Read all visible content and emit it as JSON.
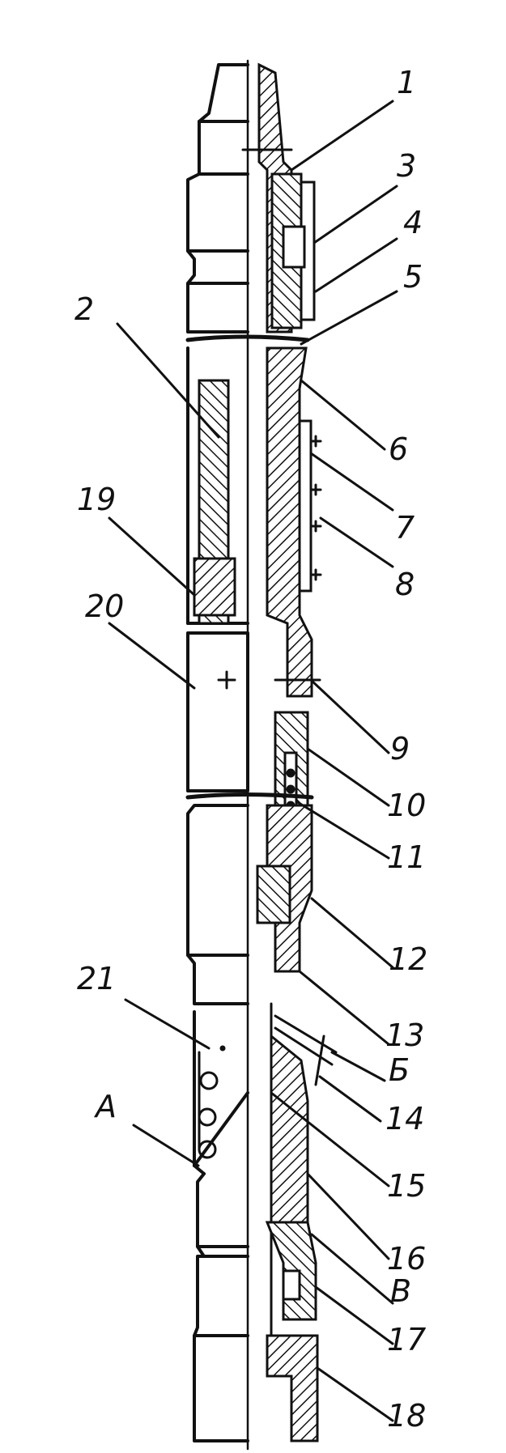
{
  "labels": {
    "n1": "1",
    "n2": "2",
    "n3": "3",
    "n4": "4",
    "n5": "5",
    "n6": "6",
    "n7": "7",
    "n8": "8",
    "n9": "9",
    "n10": "10",
    "n11": "11",
    "n12": "12",
    "n13": "13",
    "n14": "14",
    "n15": "15",
    "n16": "16",
    "n17": "17",
    "n18": "18",
    "n19": "19",
    "n20": "20",
    "n21": "21",
    "A": "А",
    "B": "Б",
    "V": "В"
  },
  "colors": {
    "ink": "#111111",
    "paper": "#ffffff"
  }
}
